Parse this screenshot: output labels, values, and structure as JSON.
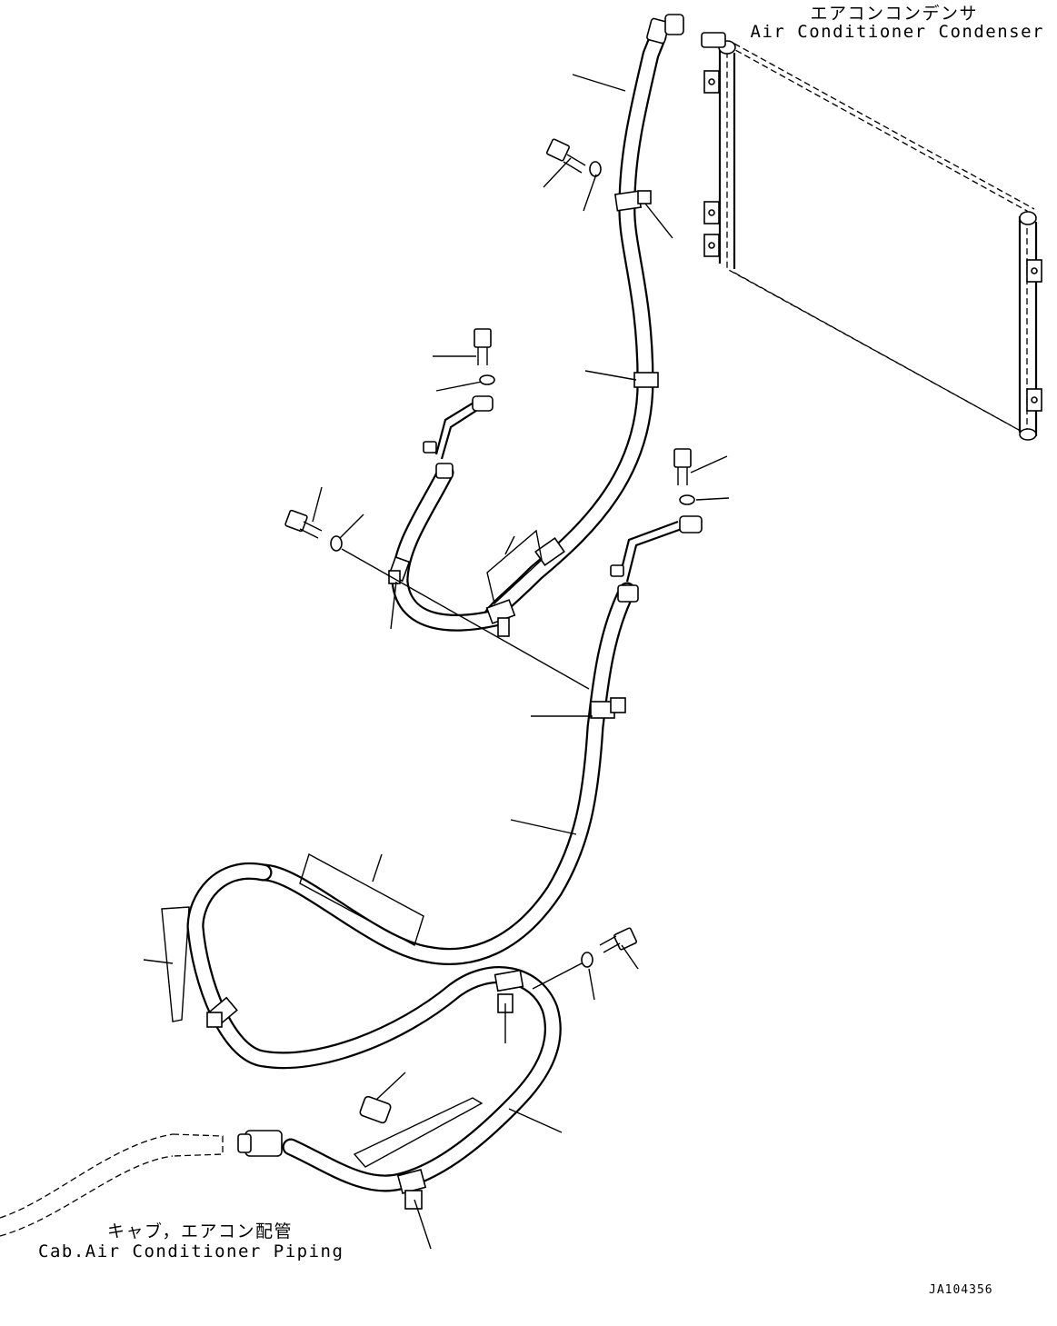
{
  "labels": {
    "condenser_jp": "エアコンコンデンサ",
    "condenser_en": "Air Conditioner Condenser",
    "cab_jp": "キャブ，エアコン配管",
    "cab_en": "Cab.Air Conditioner Piping",
    "drawing_code": "JA104356"
  },
  "icons": {
    "bolt": "bolt-icon",
    "washer": "washer-icon",
    "clamp": "clamp-icon",
    "spacer": "spacer-icon"
  }
}
